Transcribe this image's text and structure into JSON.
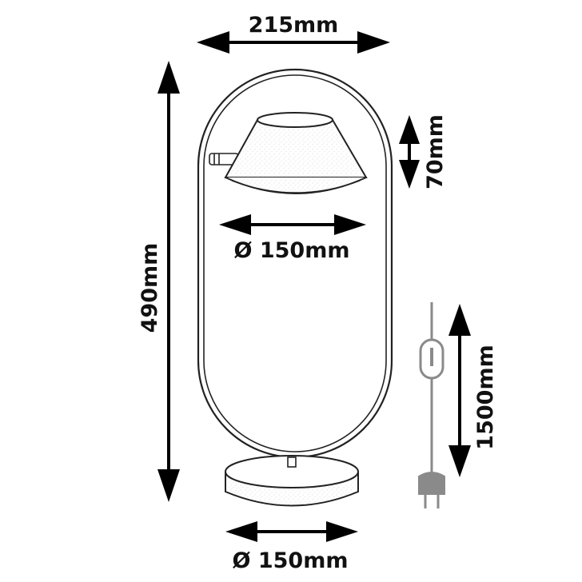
{
  "dimensions": {
    "width": "215mm",
    "height": "490mm",
    "shade_height": "70mm",
    "shade_diameter": "Ø 150mm",
    "cable_length": "1500mm",
    "base_diameter": "Ø 150mm"
  },
  "colors": {
    "line": "#222222",
    "cable": "#8a8a8a",
    "arrow": "#000000"
  }
}
